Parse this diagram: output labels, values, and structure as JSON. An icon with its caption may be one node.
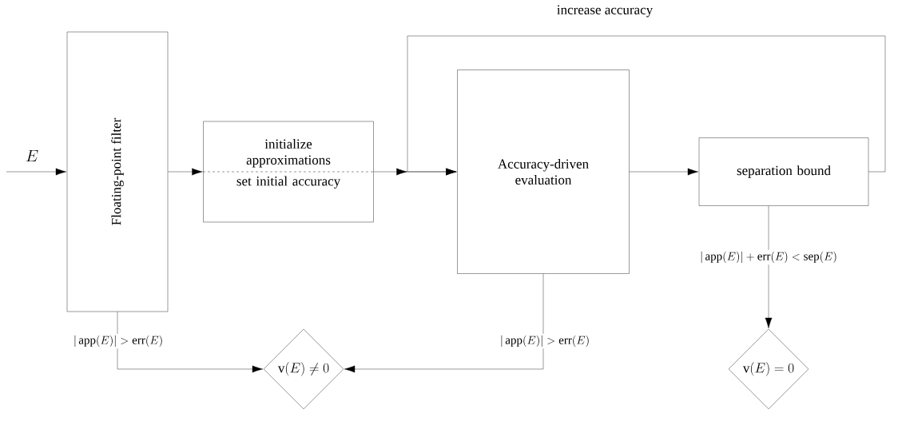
{
  "diagram": {
    "nodes": [
      {
        "text": [
          "Floating-point filter"
        ]
      },
      {
        "text": [
          "initialize approximations",
          "set initial accuracy"
        ]
      },
      {
        "text": [
          "Accuracy-driven evaluation"
        ]
      },
      {
        "text": [
          "separation bound"
        ]
      },
      {
        "text": [
          "\\mathrm{v}(E) \\neq 0"
        ]
      },
      {
        "text": [
          "\\mathrm{v}(E) = 0"
        ]
      }
    ],
    "edges": [
      {
        "from": null,
        "to": 0,
        "arrow": "to",
        "label": "E"
      },
      {
        "from": 0,
        "to": 1,
        "arrow": "to"
      },
      {
        "from": 1,
        "to": 2,
        "arrow": "to"
      },
      {
        "from": 3,
        "to": 2,
        "arrow": "to",
        "label": "increase accuracy"
      },
      {
        "from": 2,
        "to": 3,
        "arrow": "to"
      },
      {
        "from": 0,
        "to": 4,
        "arrow": "to",
        "label": "|\\,\\mathrm{app}(E)| > \\mathrm{err}(E)"
      },
      {
        "from": 2,
        "to": 4,
        "arrow": "to",
        "label": "|\\,\\mathrm{app}(E)| > \\mathrm{err}(E)"
      },
      {
        "from": 3,
        "to": 5,
        "arrow": "to",
        "label": "|\\,\\mathrm{app}(E)| + \\mathrm{err}(E) < \\mathrm{sep}(E)"
      }
    ]
  }
}
